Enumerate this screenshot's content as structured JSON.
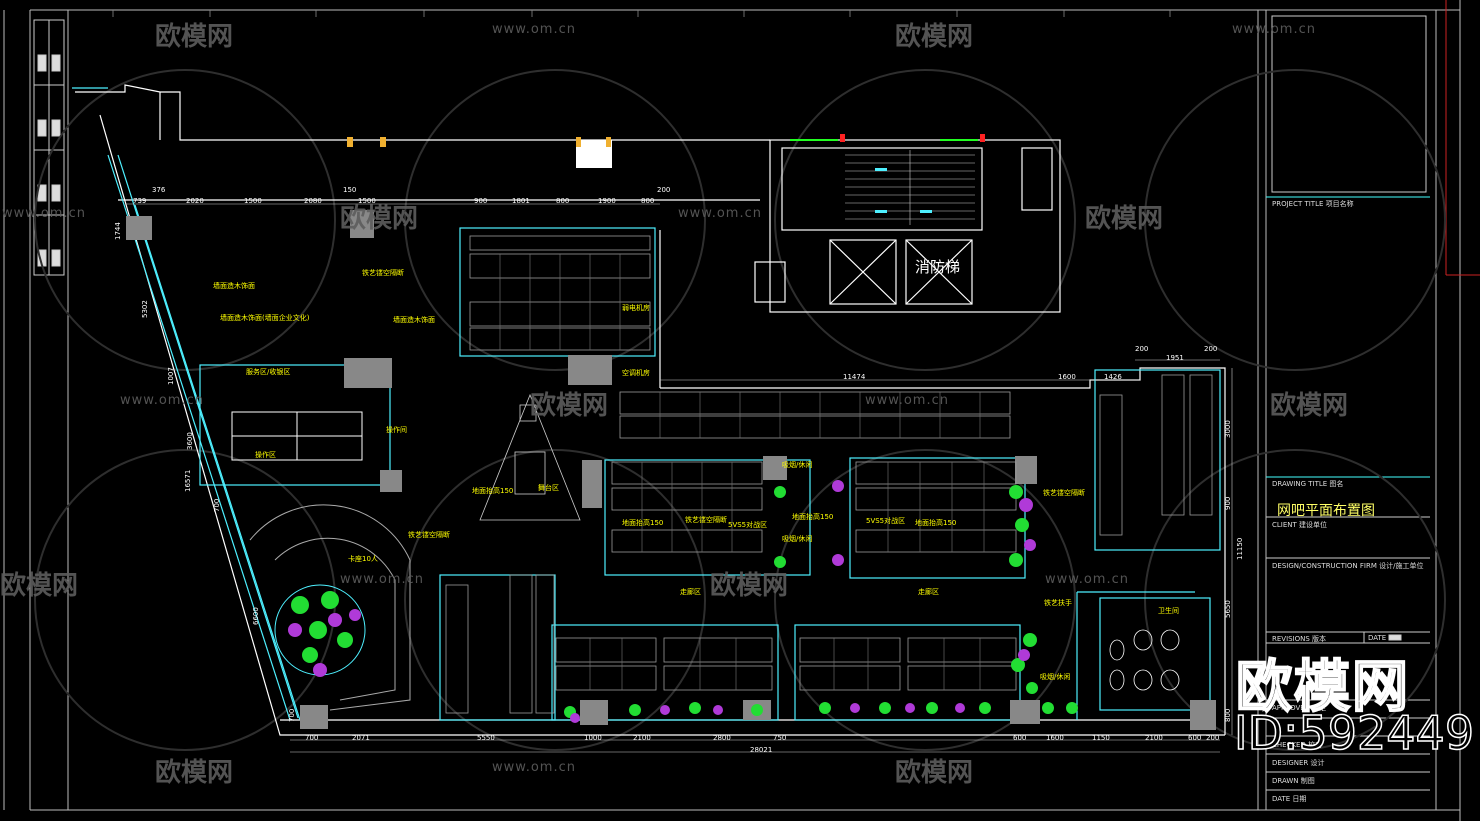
{
  "watermarks": {
    "brand": "欧模网",
    "site": "www.om.cn"
  },
  "title_block": {
    "project_title": "PROJECT TITLE 项目名称",
    "drawing_title": "DRAWING TITLE 图名",
    "drawing_name": "网吧平面布置图",
    "client": "CLIENT 建设单位",
    "design_firm": "DESIGN/CONSTRUCTION FIRM  设计/施工单位",
    "revisions": "REVISIONS 版本",
    "date_small": "DATE",
    "approved": "APPROVED 审定",
    "checked": "CHECKED 校对",
    "designer": "DESIGNER 设计",
    "drawn": "DRAWN 制图",
    "date": "DATE 日期"
  },
  "brand_overlay": {
    "name": "欧模网",
    "id": "ID:592449"
  },
  "rooms": {
    "fire_elevator": "消防梯",
    "reception": "服务区/收银区",
    "operation": "操作区",
    "pantry": "操作间",
    "card_seats": "卡座10人",
    "fivevs5_a": "5VS5对战区",
    "fivevs5_b": "5VS5对战区",
    "weak_room": "弱电机房",
    "ac_room": "空调机房",
    "smoking_a": "吸烟/休闲",
    "smoking_b": "吸烟/休闲",
    "smoking_c": "吸烟/休闲",
    "toilet": "卫生间",
    "floor_a": "地面抬高150",
    "floor_b": "地面抬高150",
    "floor_c": "地面抬高150",
    "floor_d": "地面抬高150",
    "screen_a": "铁艺镂空隔断",
    "screen_b": "铁艺镂空隔断",
    "screen_c": "铁艺镂空隔断",
    "screen_d": "铁艺镂空隔断",
    "wall_a": "墙面造木饰面",
    "wall_b": "墙面造木饰面(墙面企业文化)",
    "wall_c": "墙面造木饰面",
    "stage": "舞台区",
    "handrail": "铁艺扶手",
    "corridor_a": "走廊区",
    "corridor_b": "走廊区"
  },
  "dimensions": {
    "top": [
      "739",
      "2020",
      "1500",
      "2080",
      "1500",
      "900",
      "1801",
      "800",
      "1900",
      "800",
      "200"
    ],
    "top_small": [
      "376",
      "150"
    ],
    "mid": [
      "11474",
      "1600",
      "1426"
    ],
    "right_top": [
      "200",
      "1951",
      "200"
    ],
    "bottom": [
      "700",
      "2071",
      "5550",
      "1000",
      "2100",
      "2800",
      "750",
      "600",
      "1600",
      "1150",
      "2100",
      "600",
      "200"
    ],
    "total": "28021",
    "left": [
      "1744",
      "5302",
      "1007",
      "3600",
      "16571",
      "700",
      "6600",
      "700"
    ],
    "right": [
      "3000",
      "900",
      "11150",
      "5650",
      "800"
    ]
  }
}
